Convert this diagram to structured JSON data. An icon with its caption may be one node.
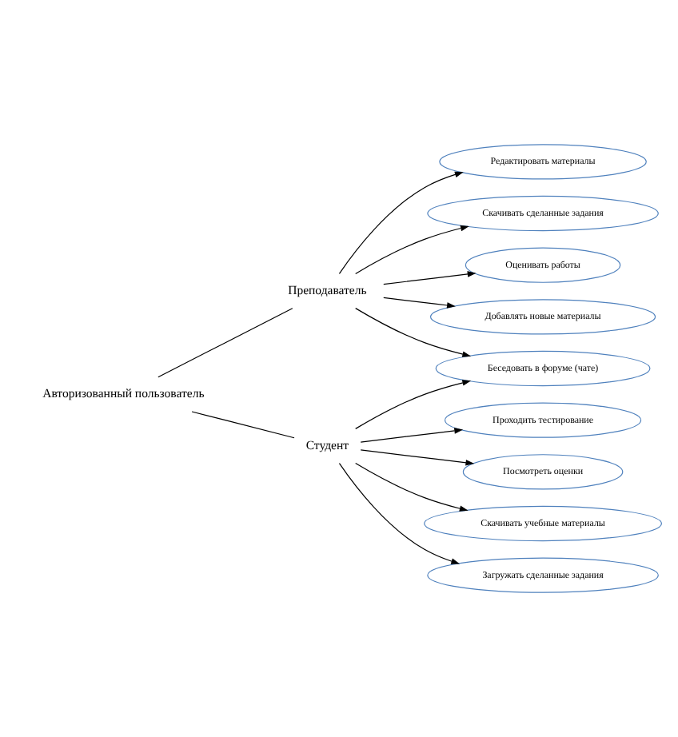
{
  "diagram": {
    "nodes": [
      {
        "text": [
          "Преподаватель"
        ]
      },
      {
        "text": [
          "Авторизованный пользователь"
        ]
      },
      {
        "text": [
          "Студент"
        ]
      },
      {
        "text": [
          "Редактировать материалы"
        ]
      },
      {
        "text": [
          "Скачивать сделанные задания"
        ]
      },
      {
        "text": [
          "Оценивать работы"
        ]
      },
      {
        "text": [
          "Добавлять новые материалы"
        ]
      },
      {
        "text": [
          "Беседовать в форуме (чате)"
        ]
      },
      {
        "text": [
          "Проходить тестирование"
        ]
      },
      {
        "text": [
          "Посмотреть оценки"
        ]
      },
      {
        "text": [
          "Скачивать учебные материалы"
        ]
      },
      {
        "text": [
          "Загружать сделанные задания"
        ]
      }
    ],
    "edges": [
      {
        "from": 1,
        "to": 0,
        "arrow": "none"
      },
      {
        "from": 1,
        "to": 2,
        "arrow": "none"
      },
      {
        "from": 0,
        "to": 3,
        "arrow": "to"
      },
      {
        "from": 0,
        "to": 4,
        "arrow": "to"
      },
      {
        "from": 0,
        "to": 5,
        "arrow": "to"
      },
      {
        "from": 0,
        "to": 6,
        "arrow": "to"
      },
      {
        "from": 0,
        "to": 7,
        "arrow": "to"
      },
      {
        "from": 2,
        "to": 7,
        "arrow": "to"
      },
      {
        "from": 2,
        "to": 8,
        "arrow": "to"
      },
      {
        "from": 2,
        "to": 9,
        "arrow": "to"
      },
      {
        "from": 2,
        "to": 10,
        "arrow": "to"
      },
      {
        "from": 2,
        "to": 11,
        "arrow": "to"
      }
    ]
  }
}
